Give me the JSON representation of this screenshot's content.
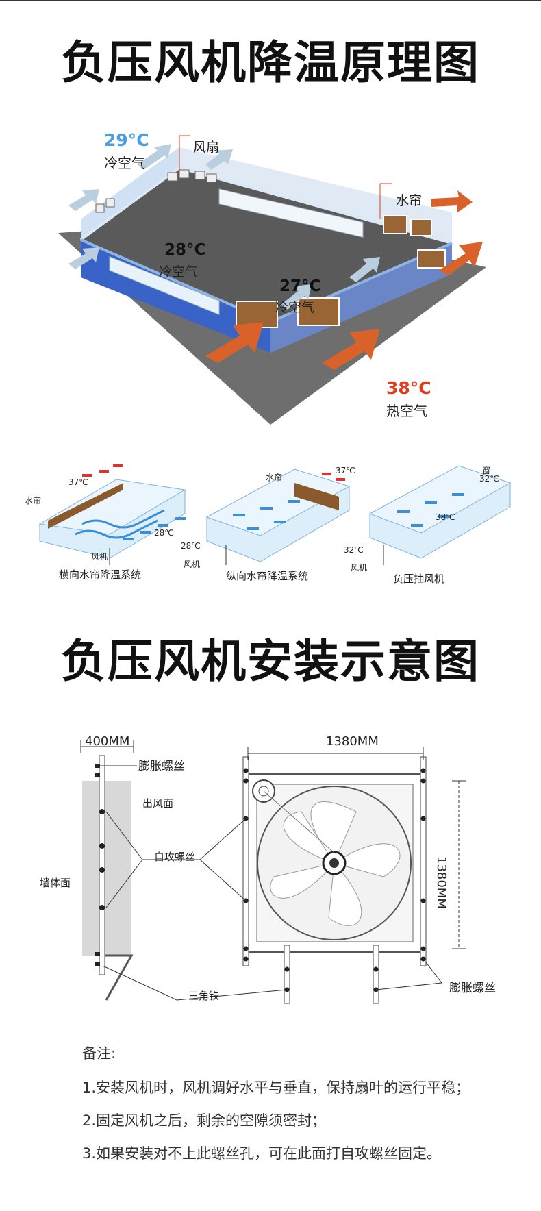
{
  "section1": {
    "title": "负压风机降温原理图",
    "cold_temp_1": "29°C",
    "cold_air_1": "冷空气",
    "fan_label": "风扇",
    "water_curtain_label": "水帘",
    "inner_temp_1": "28°C",
    "inner_air_1": "冷空气",
    "inner_temp_2": "27°C",
    "inner_air_2": "冷空气",
    "hot_temp": "38°C",
    "hot_air": "热空气"
  },
  "systems": [
    {
      "caption": "横向水帘降温系统",
      "curtain": "水帘",
      "in_temp": "37℃",
      "out_temp": "28℃",
      "fan": "风机"
    },
    {
      "caption": "纵向水帘降温系统",
      "curtain": "水帘",
      "in_temp": "37℃",
      "out_temp": "28℃",
      "fan": "风机"
    },
    {
      "caption": "负压抽风机",
      "window": "窗",
      "window_temp": "32℃",
      "mid_temp": "38℃",
      "out_temp": "32℃",
      "fan": "风机"
    }
  ],
  "section2": {
    "title": "负压风机安装示意图",
    "depth_dim": "400MM",
    "width_dim": "1380MM",
    "height_dim": "1380MM",
    "expansion_screw": "膨胀螺丝",
    "outlet_face": "出风面",
    "self_tap_screw": "自攻螺丝",
    "wall_face": "墙体面",
    "angle_iron": "三角铁",
    "expansion_screw_2": "膨胀螺丝"
  },
  "notes": {
    "heading": "备注:",
    "items": [
      "1.安装风机时，风机调好水平与垂直，保持扇叶的运行平稳；",
      "2.固定风机之后，剩余的空隙须密封；",
      "3.如果安装对不上此螺丝孔，可在此面打自攻螺丝固定。"
    ]
  },
  "colors": {
    "cold": "#4a9fe0",
    "hot": "#e03c1e",
    "arrow_hot": "#d8622a",
    "arrow_cold": "#b9cfe0",
    "building_blue": "#3a63c8",
    "roof": "#5a5a5a"
  }
}
